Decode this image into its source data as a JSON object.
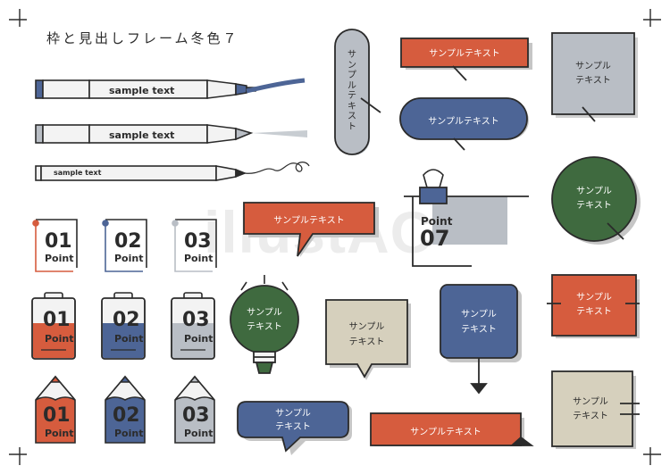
{
  "title": "枠と見出しフレーム冬色７",
  "colors": {
    "red": "#d65c3e",
    "blue": "#4d6596",
    "gray": "#b9bec5",
    "green": "#3f6a3f",
    "beige": "#d6d0bd",
    "ink": "#2b2b2b",
    "paper": "#f3f3f3"
  },
  "watermark": "illustAC",
  "pens": [
    {
      "label": "sample text"
    },
    {
      "label": "sample text"
    },
    {
      "label": "sample text"
    }
  ],
  "points": {
    "word": "Point",
    "numbers": [
      "01",
      "02",
      "03"
    ]
  },
  "clip_tag": {
    "word": "Point",
    "number": "07"
  },
  "sample": "サンプルテキスト",
  "sample_line1": "サンプル",
  "sample_line2": "テキスト",
  "vertical_sample": [
    "サ",
    "ン",
    "プ",
    "ル",
    "テ",
    "キ",
    "ス",
    "ト"
  ]
}
